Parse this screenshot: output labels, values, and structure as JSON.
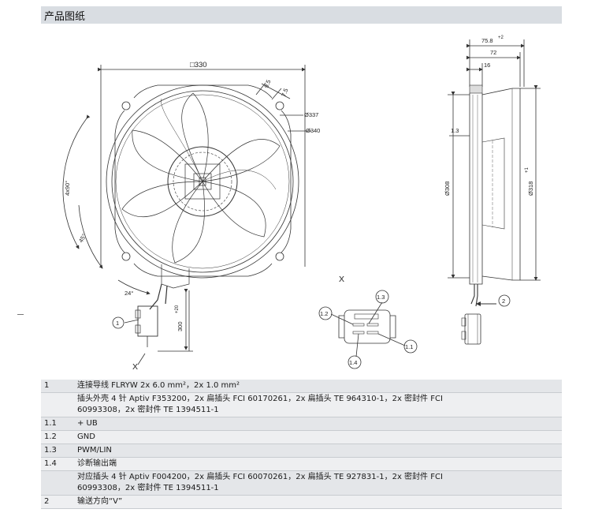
{
  "header": {
    "title": "产品图纸"
  },
  "front_view": {
    "dim_square": "□330",
    "dim_9_5": "9.5",
    "dim_7_5": "7.5",
    "dim_337": "Ø337",
    "dim_340": "Ø340",
    "dim_4x90": "4x90°",
    "dim_45": "45°",
    "dim_24": "24°",
    "dim_300": "300",
    "dim_300_tol": "+20",
    "label_x": "X",
    "callout_1": "1"
  },
  "side_view": {
    "dim_75_8": "75.8",
    "dim_75_8_tol": "+2",
    "dim_72": "72",
    "dim_16": "16",
    "dim_1_3": "1.3",
    "dim_308": "Ø308",
    "dim_318": "Ø318",
    "dim_318_tol": "+1",
    "callout_2": "2"
  },
  "connector_view": {
    "title": "X",
    "pin_1_1": "1.1",
    "pin_1_2": "1.2",
    "pin_1_3": "1.3",
    "pin_1_4": "1.4"
  },
  "parts": [
    {
      "num": "1",
      "text": "连接导线 FLRYW 2x 6.0 mm²，2x 1.0 mm²"
    },
    {
      "num": "",
      "text": "插头外壳 4 针 Aptiv F353200，2x 扁插头 FCI 60170261，2x 扁插头 TE 964310-1，2x 密封件 FCI 60993308，2x 密封件 TE 1394511-1"
    },
    {
      "num": "1.1",
      "text": "+ UB"
    },
    {
      "num": "1.2",
      "text": "GND"
    },
    {
      "num": "1.3",
      "text": "PWM/LIN"
    },
    {
      "num": "1.4",
      "text": "诊断输出端"
    },
    {
      "num": "",
      "text": "对应插头 4 针 Aptiv F004200，2x 扁插头 FCI 60070261，2x 扁插头 TE 927831-1，2x 密封件 FCI 60993308，2x 密封件 TE 1394511-1"
    },
    {
      "num": "2",
      "text": "输送方向“V”"
    }
  ]
}
